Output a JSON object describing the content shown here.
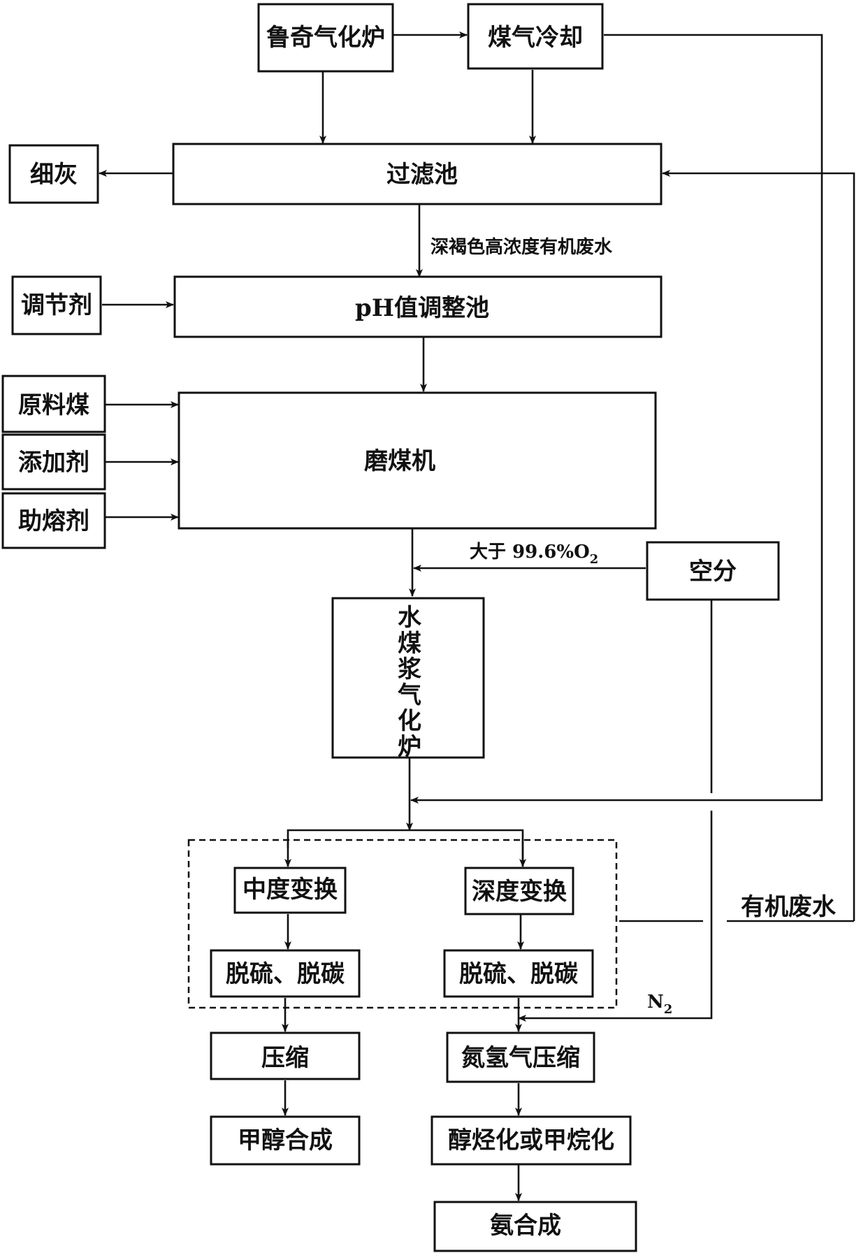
{
  "nodes": {
    "lurgi_gasifier": "鲁奇气化炉",
    "gas_cooling": "煤气冷却",
    "fine_ash": "细灰",
    "filter_tank": "过滤池",
    "regulator": "调节剂",
    "ph_tank": "pH值调整池",
    "raw_coal": "原料煤",
    "additive": "添加剂",
    "fluxing_agent": "助熔剂",
    "coal_mill": "磨煤机",
    "air_separation": "空分",
    "cws_gasifier_chars": [
      "水",
      "煤",
      "浆",
      "气",
      "化",
      "炉"
    ],
    "medium_shift": "中度变换",
    "deep_shift": "深度变换",
    "desulf_left": "脱硫、脱碳",
    "desulf_right": "脱硫、脱碳",
    "compression": "压缩",
    "methanol_synthesis": "甲醇合成",
    "nh_compression": "氮氢气压缩",
    "alcoholization": "醇烃化或甲烷化",
    "ammonia_synthesis": "氨合成"
  },
  "edge_labels": {
    "dark_wastewater": "深褐色高浓度有机废水",
    "oxygen_prefix": "大于 99.6%O",
    "oxygen_sub": "2",
    "organic_wastewater": "有机废水",
    "nitrogen": "N",
    "nitrogen_sub": "2"
  }
}
